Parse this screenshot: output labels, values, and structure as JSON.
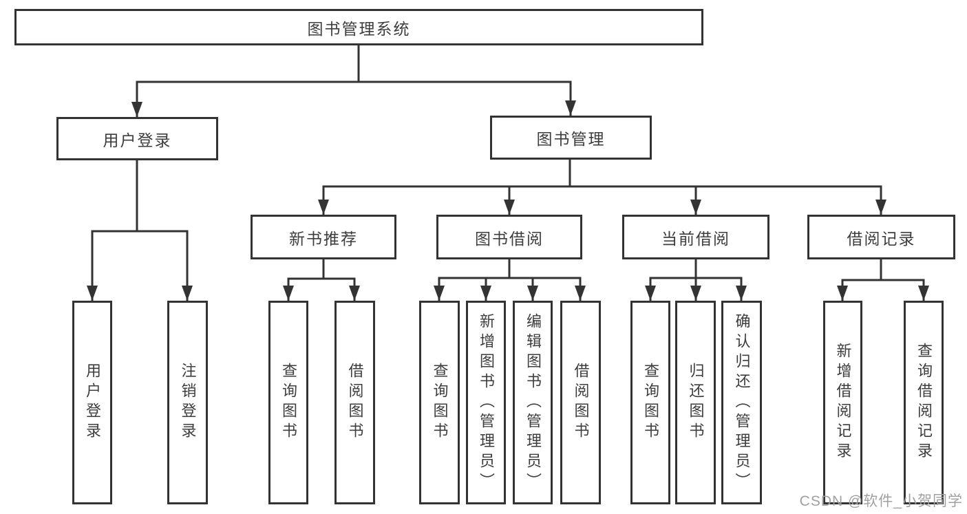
{
  "diagram": {
    "root_label": "图书管理系统",
    "level2": [
      {
        "label": "用户登录"
      },
      {
        "label": "图书管理"
      }
    ],
    "level3": [
      {
        "label": "新书推荐"
      },
      {
        "label": "图书借阅"
      },
      {
        "label": "当前借阅"
      },
      {
        "label": "借阅记录"
      }
    ],
    "leaves": [
      {
        "label": "用户登录"
      },
      {
        "label": "注销登录"
      },
      {
        "label": "查询图书"
      },
      {
        "label": "借阅图书"
      },
      {
        "label": "查询图书"
      },
      {
        "label": "新增图书（管理员）"
      },
      {
        "label": "编辑图书（管理员）"
      },
      {
        "label": "借阅图书"
      },
      {
        "label": "查询图书"
      },
      {
        "label": "归还图书"
      },
      {
        "label": "确认归还（管理员）"
      },
      {
        "label": "新增借阅记录"
      },
      {
        "label": "查询借阅记录"
      }
    ],
    "hierarchy": {
      "图书管理系统": [
        "用户登录",
        "图书管理"
      ],
      "用户登录": [
        "用户登录",
        "注销登录"
      ],
      "图书管理": [
        "新书推荐",
        "图书借阅",
        "当前借阅",
        "借阅记录"
      ],
      "新书推荐": [
        "查询图书",
        "借阅图书"
      ],
      "图书借阅": [
        "查询图书",
        "新增图书（管理员）",
        "编辑图书（管理员）",
        "借阅图书"
      ],
      "当前借阅": [
        "查询图书",
        "归还图书",
        "确认归还（管理员）"
      ],
      "借阅记录": [
        "新增借阅记录",
        "查询借阅记录"
      ]
    }
  },
  "watermark": {
    "text": "CSDN @软件_小贺同学"
  },
  "colors": {
    "line": "#333333",
    "text": "#3d3d3d",
    "watermark": "#a0a0a0",
    "background": "#ffffff"
  }
}
